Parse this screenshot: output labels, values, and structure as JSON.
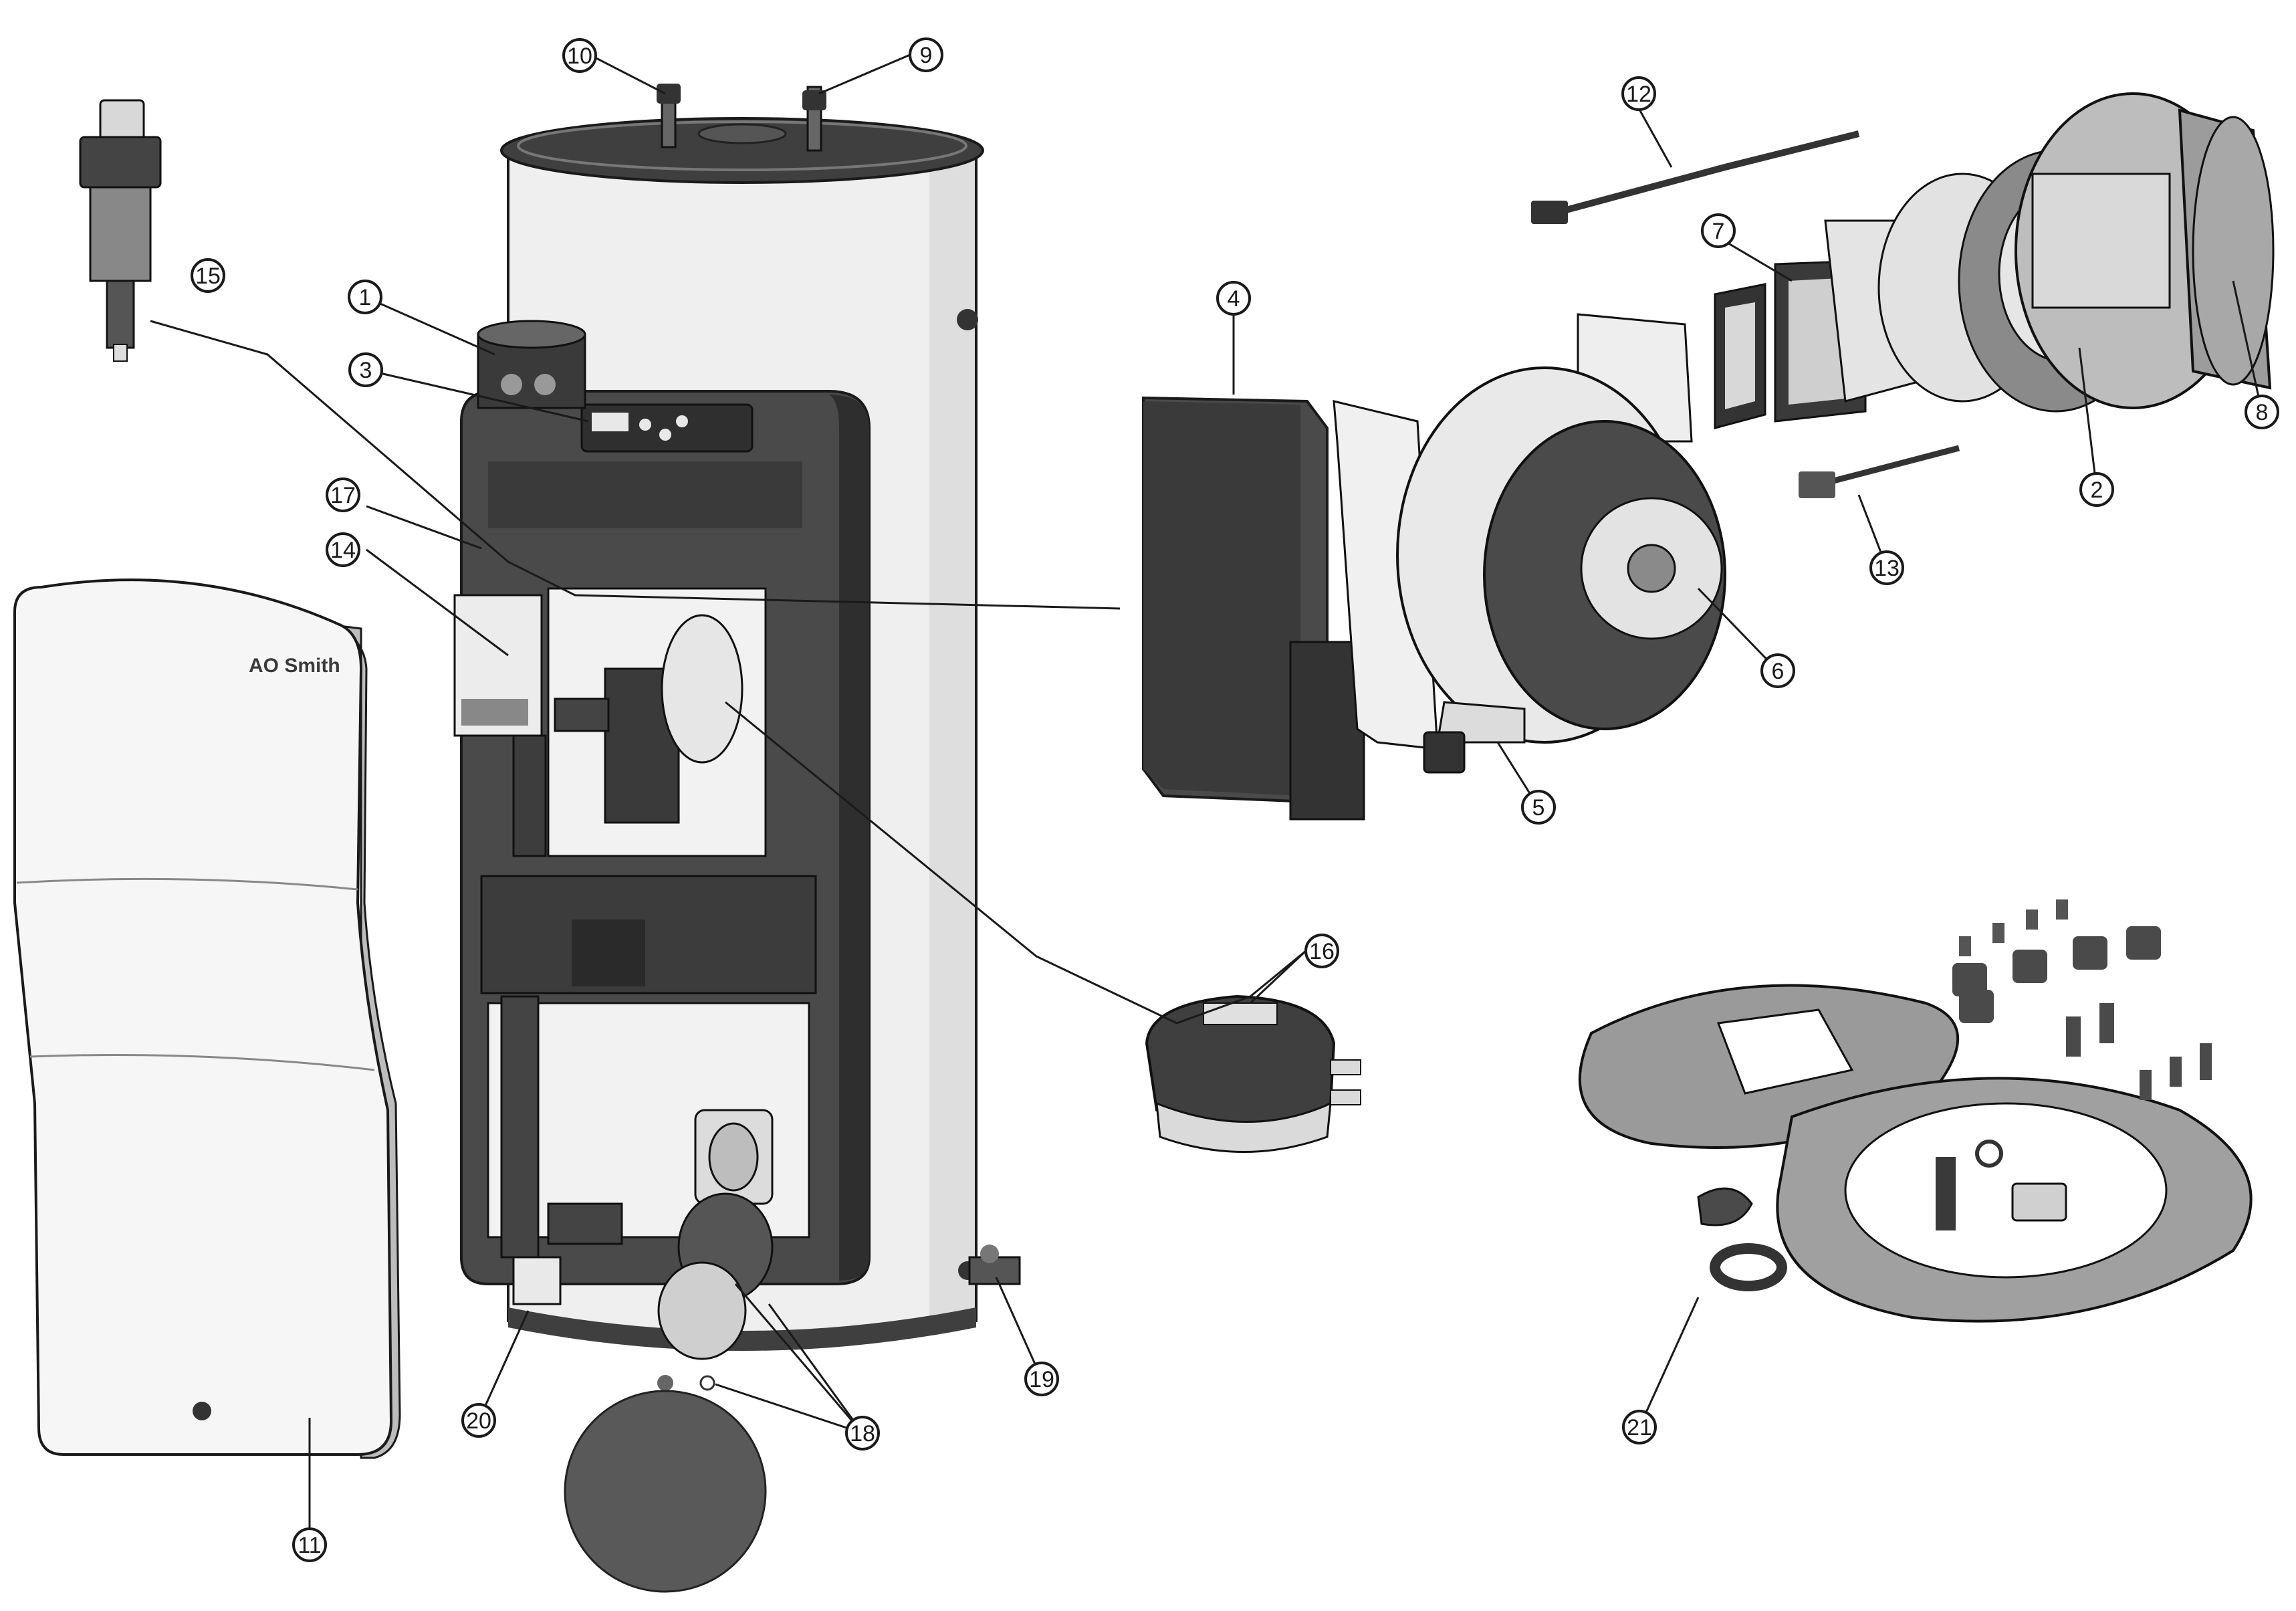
{
  "brand": {
    "logo_text": "AO Smith"
  },
  "colors": {
    "tank": "#efefef",
    "dark": "#4a4a4a",
    "darker": "#333333",
    "mid": "#7a7a7a",
    "light": "#c8c8c8",
    "outline": "#1a1a1a"
  },
  "callouts": [
    {
      "label": "1"
    },
    {
      "label": "2"
    },
    {
      "label": "3"
    },
    {
      "label": "4"
    },
    {
      "label": "5"
    },
    {
      "label": "6"
    },
    {
      "label": "7"
    },
    {
      "label": "8"
    },
    {
      "label": "9"
    },
    {
      "label": "10"
    },
    {
      "label": "11"
    },
    {
      "label": "12"
    },
    {
      "label": "13"
    },
    {
      "label": "14"
    },
    {
      "label": "15"
    },
    {
      "label": "16"
    },
    {
      "label": "17"
    },
    {
      "label": "18"
    },
    {
      "label": "19"
    },
    {
      "label": "20"
    },
    {
      "label": "21"
    }
  ]
}
